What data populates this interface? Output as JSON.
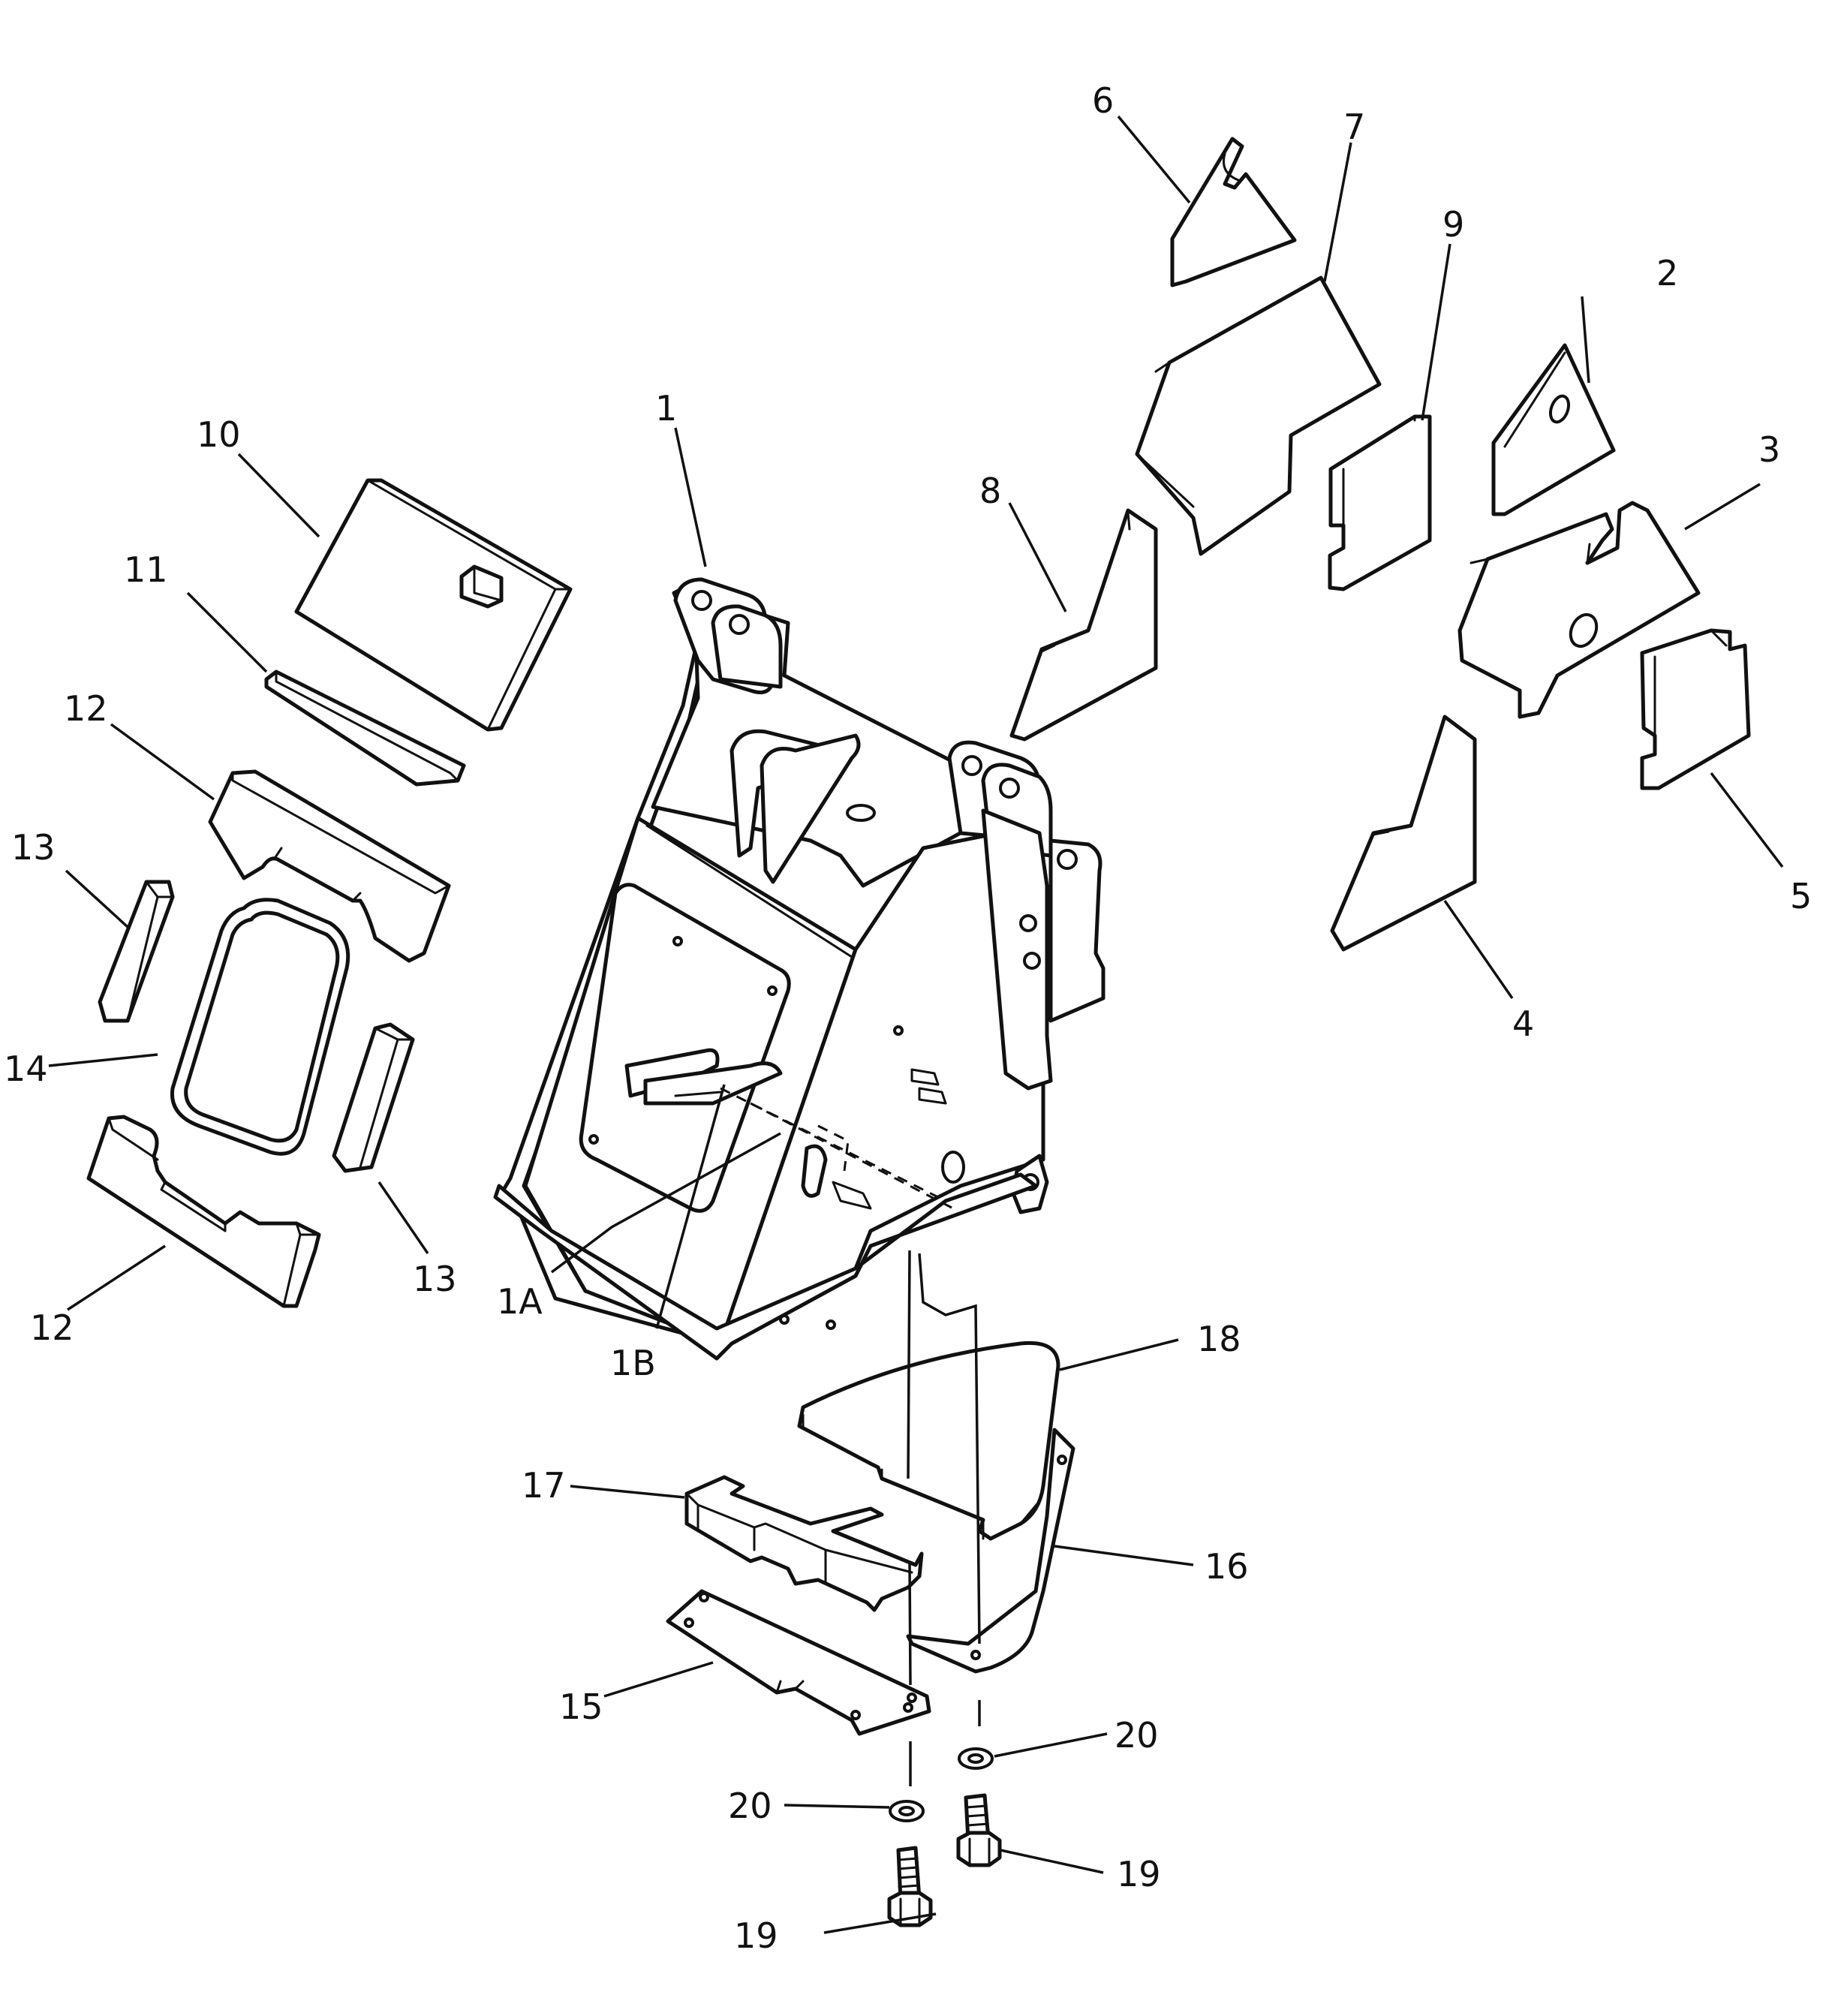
{
  "labels": {
    "p1": "1",
    "p1a": "1A",
    "p1b": "1B",
    "p2": "2",
    "p3": "3",
    "p4": "4",
    "p5": "5",
    "p6": "6",
    "p7": "7",
    "p8": "8",
    "p9": "9",
    "p10": "10",
    "p11": "11",
    "p12a": "12",
    "p12b": "12",
    "p13a": "13",
    "p13b": "13",
    "p14": "14",
    "p15": "15",
    "p16": "16",
    "p17": "17",
    "p18": "18",
    "p19a": "19",
    "p19b": "19",
    "p20a": "20",
    "p20b": "20"
  }
}
